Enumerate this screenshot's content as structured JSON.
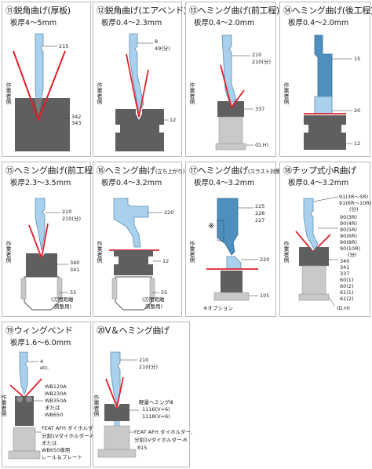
{
  "side_label": "作業者側",
  "panels": [
    {
      "title_num": "⑪",
      "title": "鋭角曲げ(厚板)",
      "title_small": "",
      "sub": "板厚4～5mm",
      "labels": [
        "215",
        "342",
        "343"
      ]
    },
    {
      "title_num": "⑫",
      "title": "鋭角曲げ(エアベンド)",
      "title_small": "",
      "sub": "板厚0.4～2.3mm",
      "labels": [
        "8",
        "49(分)",
        "12"
      ]
    },
    {
      "title_num": "⑬",
      "title": "ヘミング曲げ(前工程)",
      "title_small": "",
      "sub": "板厚0.4～2.0mm",
      "labels": [
        "210",
        "210(分)",
        "337",
        "(D.H)"
      ]
    },
    {
      "title_num": "⑭",
      "title": "ヘミング曲げ(後工程)",
      "title_small": "",
      "sub": "板厚0.4～2.0mm",
      "labels": [
        "15",
        "20",
        "12"
      ]
    },
    {
      "title_num": "⑮",
      "title": "ヘミング曲げ(前工程)",
      "title_small": "",
      "sub": "板厚2.3～3.5mm",
      "labels": [
        "210",
        "210(分)",
        "340",
        "341",
        "55",
        "(刃間距離",
        "調整用)"
      ]
    },
    {
      "title_num": "⑯",
      "title": "ヘミング曲げ",
      "title_small": "(立ち上がり)",
      "sub": "板厚0.4～3.2mm",
      "labels": [
        "220",
        "12",
        "55",
        "(刃間距離",
        "調整用)"
      ]
    },
    {
      "title_num": "⑰",
      "title": "ヘミング曲げ",
      "title_small": "(スラスト対策)",
      "sub": "板厚0.4～3.2mm",
      "labels": [
        "225",
        "226",
        "227",
        "※",
        "220",
        "105",
        "※オプション"
      ]
    },
    {
      "title_num": "⑱",
      "title": "チップ式小R曲げ",
      "title_small": "",
      "sub": "板厚0.4～3.2mm",
      "labels": [
        "91(3R～5R)",
        "91(6R～10R)",
        "(分)",
        "90(3R)",
        "90(4R)",
        "90(5R)",
        "90(6R)",
        "90(8R)",
        "90(10R)",
        "(分)",
        "340",
        "341",
        "337",
        "60(1)",
        "60(2)",
        "61(1)",
        "61(2)",
        "(D.H)"
      ]
    },
    {
      "title_num": "⑲",
      "title": "ウィングベンド",
      "title_small": "",
      "sub": "板厚1.6～6.0mm",
      "labels": [
        "4",
        "etc.",
        "WB120A",
        "WB230A",
        "WB350A",
        "または",
        "WB650",
        "FEAT AFH ダイホルダー、",
        "分割1Vダイホルダー-R",
        "または",
        "WB650専用",
        "レール＆プレート"
      ]
    },
    {
      "title_num": "⑳",
      "title": "V＆ヘミング曲げ",
      "title_small": "",
      "sub": "",
      "labels": [
        "210",
        "210(分)",
        "軽量ヘミングⅢ",
        "1116(V=6)",
        "1118(V=6)",
        "FEAT AFH ダイホルダー、",
        "分割1Vダイホルダー-R",
        "815"
      ]
    }
  ],
  "colors": {
    "punch": "#a9d1ee",
    "punch_dark": "#4f8fbd",
    "die": "#5f5f5f",
    "holder": "#c9c9c9",
    "bend": "#e0202a",
    "border": "#b8b8b8"
  }
}
